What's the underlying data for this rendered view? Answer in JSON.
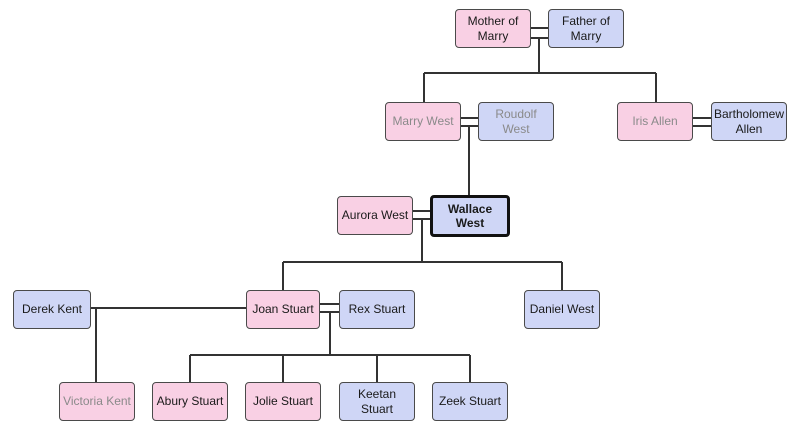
{
  "colors": {
    "female_fill": "#f9d0e4",
    "male_fill": "#cfd6f6",
    "border": "#4a4a4a",
    "line": "#333333",
    "muted_text": "#8a8a8a"
  },
  "people": {
    "mother_of_marry": "Mother of Marry",
    "father_of_marry": "Father of Marry",
    "marry_west": "Marry West",
    "roudolf_west": "Roudolf West",
    "iris_allen": "Iris Allen",
    "bartholomew_allen": "Bartholomew Allen",
    "aurora_west": "Aurora West",
    "wallace_west": "Wallace West",
    "derek_kent": "Derek Kent",
    "joan_stuart": "Joan Stuart",
    "rex_stuart": "Rex Stuart",
    "daniel_west": "Daniel West",
    "victoria_kent": "Victoria Kent",
    "abury_stuart": "Abury Stuart",
    "jolie_stuart": "Jolie Stuart",
    "keetan_stuart": "Keetan Stuart",
    "zeek_stuart": "Zeek Stuart"
  }
}
